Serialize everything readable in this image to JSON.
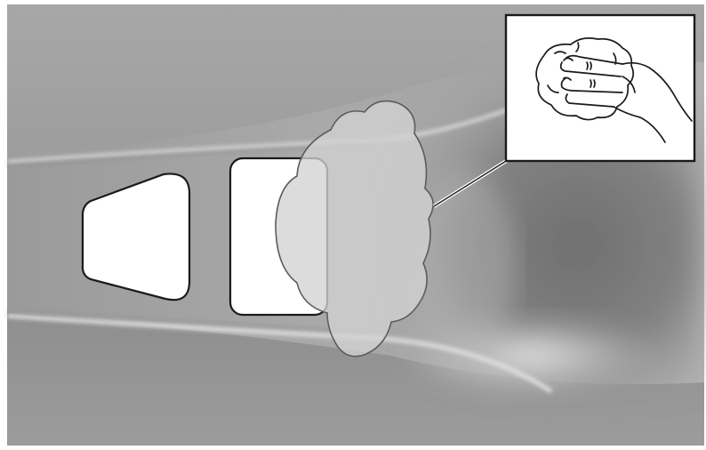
{
  "figure": {
    "subject": "cleaning-door-handle-sensor",
    "parts": {
      "door_panel": {
        "icon": "car-door-panel"
      },
      "sensor_left": {
        "icon": "trapezoid-sensor-pad"
      },
      "sensor_right": {
        "icon": "rounded-rectangle-sensor-pad"
      },
      "cloth": {
        "icon": "cloth-icon"
      },
      "inset": {
        "icon": "hand-wiping-with-cloth-icon"
      }
    },
    "colors": {
      "background_light": "#b9b9b9",
      "background_dark": "#8f8f8f",
      "sensor_fill": "#ffffff",
      "outline": "#1a1a1a",
      "cloth_fill": "#cfcfcf",
      "inset_background": "#ffffff"
    }
  }
}
